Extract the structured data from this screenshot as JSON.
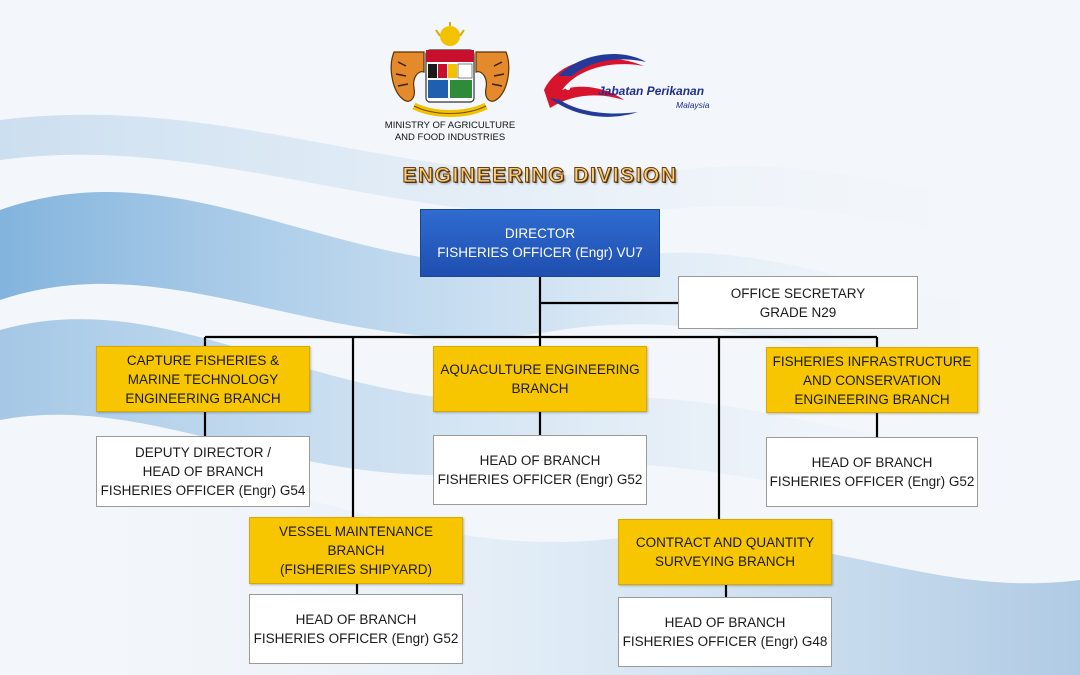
{
  "header": {
    "ministry_name": "MINISTRY OF AGRICULTURE\nAND FOOD INDUSTRIES",
    "department_name": "Jabatan Perikanan",
    "department_country": "Malaysia",
    "division_title": "ENGINEERING DIVISION",
    "icons": [
      "coat-of-arms-logo-icon",
      "fisheries-department-logo-icon"
    ]
  },
  "colors": {
    "director": "#1f4fb0",
    "branch": "#f7c600",
    "connector": "#000000",
    "title_fill": "#f6d27a",
    "title_outline": "#6b3c10"
  },
  "org": {
    "director": {
      "lines": "DIRECTOR\nFISHERIES OFFICER (Engr) VU7"
    },
    "secretary": {
      "lines": "OFFICE SECRETARY\nGRADE N29"
    },
    "branches": [
      {
        "name": "CAPTURE FISHERIES &\nMARINE TECHNOLOGY\nENGINEERING BRANCH",
        "head": "DEPUTY DIRECTOR /\nHEAD OF BRANCH\nFISHERIES OFFICER (Engr) G54"
      },
      {
        "name": "VESSEL MAINTENANCE\nBRANCH\n(FISHERIES SHIPYARD)",
        "head": "HEAD OF BRANCH\nFISHERIES OFFICER (Engr) G52"
      },
      {
        "name": "AQUACULTURE ENGINEERING\nBRANCH",
        "head": "HEAD OF BRANCH\nFISHERIES OFFICER (Engr) G52"
      },
      {
        "name": "CONTRACT AND QUANTITY\nSURVEYING BRANCH",
        "head": "HEAD OF BRANCH\nFISHERIES OFFICER (Engr) G48"
      },
      {
        "name": "FISHERIES INFRASTRUCTURE\nAND CONSERVATION\nENGINEERING BRANCH",
        "head": "HEAD OF BRANCH\nFISHERIES OFFICER (Engr) G52"
      }
    ]
  }
}
